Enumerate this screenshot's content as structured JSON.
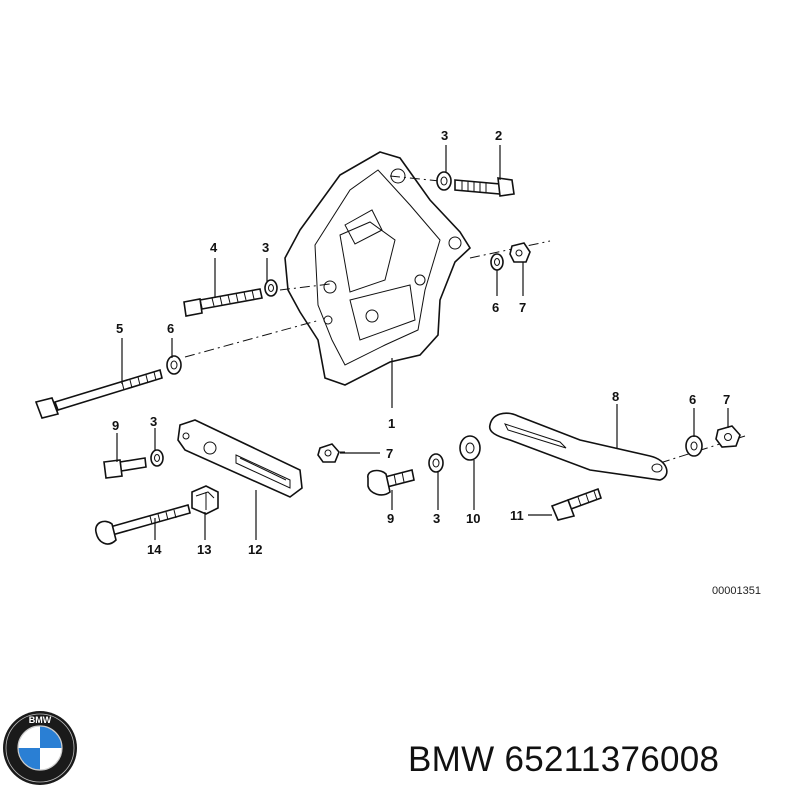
{
  "callouts": {
    "c1": "1",
    "c2": "2",
    "c3a": "3",
    "c3b": "3",
    "c3c": "3",
    "c3d": "3",
    "c4": "4",
    "c5": "5",
    "c6a": "6",
    "c6b": "6",
    "c6c": "6",
    "c7a": "7",
    "c7b": "7",
    "c7c": "7",
    "c8": "8",
    "c9a": "9",
    "c9b": "9",
    "c10": "10",
    "c11": "11",
    "c12": "12",
    "c13": "13",
    "c14": "14"
  },
  "drawing_code": "00001351",
  "caption": "BMW 65211376008",
  "logo": {
    "text": "BMW",
    "icon": "bmw-roundel-icon",
    "colors": {
      "blue": "#2a7fd4",
      "white": "#ffffff",
      "ring": "#111111"
    }
  }
}
